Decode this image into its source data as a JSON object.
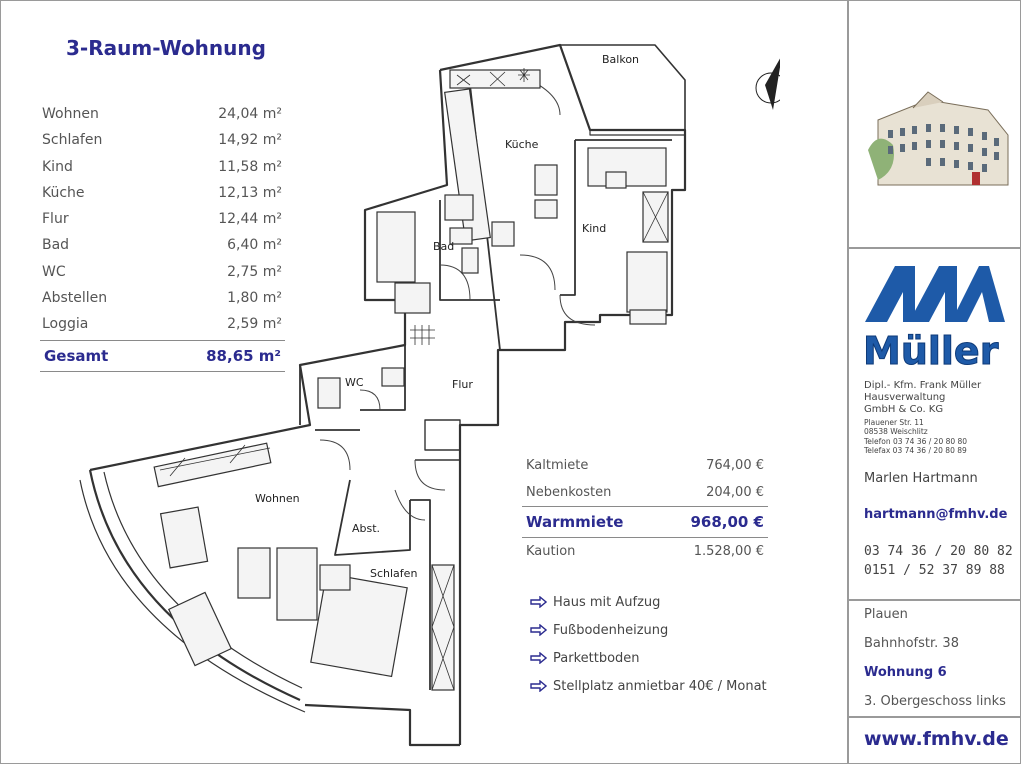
{
  "title": "3-Raum-Wohnung",
  "areas": [
    {
      "room": "Wohnen",
      "size": "24,04 m²"
    },
    {
      "room": "Schlafen",
      "size": "14,92 m²"
    },
    {
      "room": "Kind",
      "size": "11,58 m²"
    },
    {
      "room": "Küche",
      "size": "12,13 m²"
    },
    {
      "room": "Flur",
      "size": "12,44 m²"
    },
    {
      "room": "Bad",
      "size": "6,40 m²"
    },
    {
      "room": "WC",
      "size": "2,75 m²"
    },
    {
      "room": "Abstellen",
      "size": "1,80 m²"
    },
    {
      "room": "Loggia",
      "size": "2,59 m²"
    }
  ],
  "total": {
    "label": "Gesamt",
    "size": "88,65 m²"
  },
  "plan_labels": {
    "balkon": "Balkon",
    "kueche": "Küche",
    "kind": "Kind",
    "bad": "Bad",
    "wc": "WC",
    "flur": "Flur",
    "wohnen": "Wohnen",
    "abst": "Abst.",
    "schlafen": "Schlafen"
  },
  "rent": {
    "kaltmiete": {
      "label": "Kaltmiete",
      "value": "764,00 €"
    },
    "nebenkosten": {
      "label": "Nebenkosten",
      "value": "204,00 €"
    },
    "warmmiete": {
      "label": "Warmmiete",
      "value": "968,00 €"
    },
    "kaution": {
      "label": "Kaution",
      "value": "1.528,00 €"
    }
  },
  "features": [
    "Haus mit Aufzug",
    "Fußbodenheizung",
    "Parkettboden",
    "Stellplatz anmietbar 40€ / Monat"
  ],
  "compass": "N",
  "logo": "Müller",
  "company": [
    "Dipl.- Kfm. Frank Müller",
    "Hausverwaltung",
    "GmbH & Co. KG"
  ],
  "address": [
    "Plauener Str. 11",
    "08538 Weischlitz",
    "Telefon  03 74 36  /  20 80 80",
    "Telefax 03 74 36  /  20 80 89"
  ],
  "contact": {
    "name": "Marlen Hartmann",
    "email": "hartmann@fmhv.de",
    "phone1": "03 74 36 / 20 80 82",
    "phone2": "0151 / 52 37 89 88"
  },
  "location": {
    "city": "Plauen",
    "street": "Bahnhofstr. 38",
    "unit": "Wohnung 6",
    "floor": "3. Obergeschoss links"
  },
  "website": "www.fmhv.de",
  "colors": {
    "accent": "#2b2b8f",
    "logo_blue": "#1e5aa8"
  }
}
